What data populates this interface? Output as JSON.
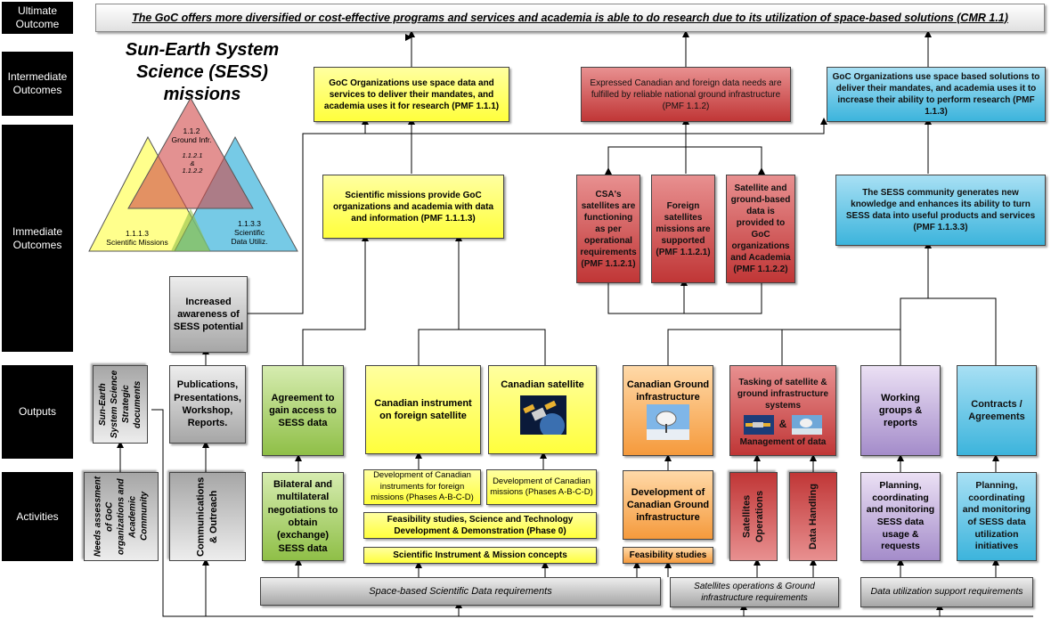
{
  "row_labels": {
    "ultimate": "Ultimate\nOutcome",
    "intermediate": "Intermediate\nOutcomes",
    "immediate": "Immediate\nOutcomes",
    "outputs": "Outputs",
    "activities": "Activities"
  },
  "ultimate_outcome": "The GoC offers more diversified or cost-effective programs and services and academia is able to do research due to its utilization of space-based solutions (CMR 1.1)",
  "title": "Sun-Earth System\nScience (SESS) missions",
  "triangle": {
    "top": "1.1.2\nGround Infr.",
    "center": "1.1.2.1\n&\n1.1.2.2",
    "left": "1.1.1.3\nScientific Missions",
    "right": "1.1.3.3\nScientific\nData Utiliz."
  },
  "intermediate": {
    "i1": "GoC Organizations use space data and services to deliver their mandates, and academia uses it for research (PMF 1.1.1)",
    "i2": "Expressed Canadian and foreign data needs are fulfilled by reliable national ground infrastructure (PMF 1.1.2)",
    "i3": "GoC Organizations use space based solutions to deliver their mandates, and academia uses it to increase their ability to perform research (PMF 1.1.3)"
  },
  "immediate": {
    "sci_missions": "Scientific missions provide GoC organizations and academia with data and information (PMF 1.1.1.3)",
    "csa_sat": "CSA's satellites are functioning as per operational requirements (PMF 1.1.2.1)",
    "foreign_sat": "Foreign satellites missions are supported (PMF 1.1.2.1)",
    "sat_ground": "Satellite and ground-based data is provided to GoC organizations and Academia (PMF 1.1.2.2)",
    "sess_community": "The SESS community generates new knowledge and enhances its ability to turn SESS data into useful products and services (PMF 1.1.3.3)",
    "awareness": "Increased awareness of SESS potential"
  },
  "outputs": {
    "strategic": "Sun-Earth System Science Strategic documents",
    "publications": "Publications, Presentations, Workshop, Reports.",
    "agreement": "Agreement to gain access to SESS data",
    "instrument": "Canadian instrument on foreign satellite",
    "satellite": "Canadian satellite",
    "ground": "Canadian Ground infrastructure",
    "tasking": "Tasking of satellite & ground infrastructure systems",
    "tasking_amp": "&",
    "tasking_mgmt": "Management of data",
    "working": "Working groups & reports",
    "contracts": "Contracts / Agreements"
  },
  "activities": {
    "needs": "Needs assessment of GoC organizations and Academic Community",
    "comms": "Communications & Outreach",
    "bilateral": "Bilateral and multilateral negotiations to obtain (exchange) SESS data",
    "dev_instruments": "Development of Canadian instruments for foreign missions (Phases A-B-C-D)",
    "dev_missions": "Development of Canadian missions (Phases A-B-C-D)",
    "feasibility_sci": "Feasibility studies, Science and Technology Development & Demonstration (Phase 0)",
    "concepts": "Scientific Instrument & Mission concepts",
    "dev_ground": "Development of Canadian Ground infrastructure",
    "feasibility": "Feasibility studies",
    "sat_ops": "Satellites Operations",
    "data_handling": "Data Handling",
    "planning1": "Planning, coordinating and monitoring SESS data usage & requests",
    "planning2": "Planning, coordinating and monitoring of SESS data utilization initiatives"
  },
  "requirements": {
    "space_data": "Space-based Scientific Data requirements",
    "sat_ops_req": "Satellites operations & Ground infrastructure requirements",
    "data_util": "Data utilization support requirements"
  }
}
